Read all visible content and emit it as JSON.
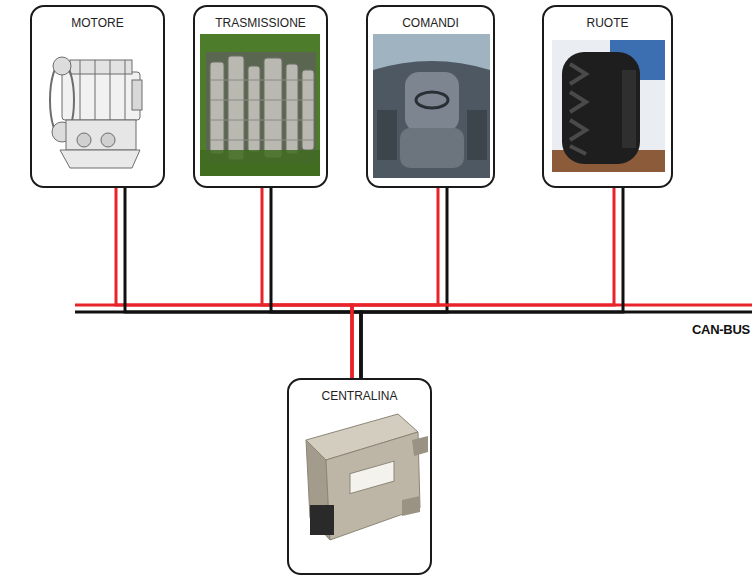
{
  "diagram": {
    "nodes": [
      {
        "text": [
          "MOTORE"
        ]
      },
      {
        "text": [
          "TRASMISSIONE"
        ]
      },
      {
        "text": [
          "COMANDI"
        ]
      },
      {
        "text": [
          "RUOTE"
        ]
      },
      {
        "text": [
          "CENTRALINA"
        ]
      }
    ],
    "edges": [
      {
        "from": 4,
        "to": 0,
        "arrow": "none"
      },
      {
        "from": 4,
        "to": 1,
        "arrow": "none"
      },
      {
        "from": 4,
        "to": 2,
        "arrow": "none"
      },
      {
        "from": 4,
        "to": 3,
        "arrow": "none"
      }
    ],
    "labels": [
      "CAN-BUS"
    ]
  }
}
